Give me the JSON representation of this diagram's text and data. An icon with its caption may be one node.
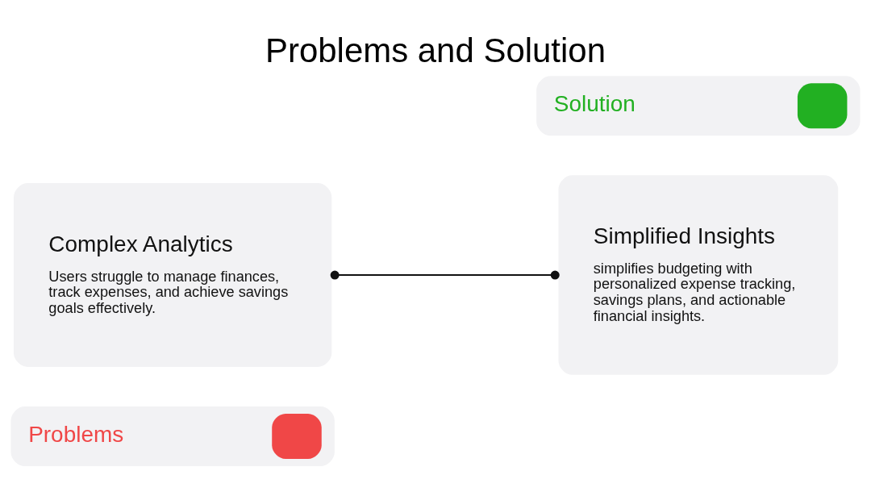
{
  "diagram": {
    "title": "Problems and Solution",
    "nodes": [
      {
        "text": [
          "Problems"
        ]
      },
      {
        "text": [
          "Complex Analytics",
          "Users struggle to manage finances, track expenses, and achieve savings goals effectively."
        ]
      },
      {
        "text": [
          "Simplified Insights",
          "simplifies budgeting with personalized expense tracking, savings plans, and actionable financial insights."
        ]
      },
      {
        "text": [
          "Solution"
        ]
      }
    ],
    "edges": [
      {
        "from": 1,
        "to": 2,
        "arrow": "other"
      }
    ]
  }
}
